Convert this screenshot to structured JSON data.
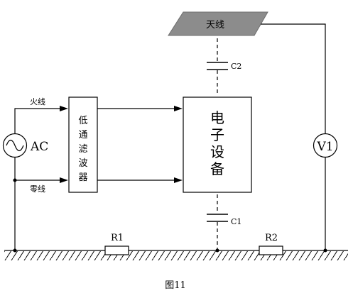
{
  "diagram": {
    "antenna_label": "天线",
    "c2_label": "C2",
    "c1_label": "C1",
    "r1_label": "R1",
    "r2_label": "R2",
    "fire_wire_label": "火线",
    "zero_wire_label": "零线",
    "source_label": "AC",
    "filter_chars": [
      "低",
      "通",
      "滤",
      "波",
      "器"
    ],
    "device_chars": [
      "电",
      "子",
      "设",
      "备"
    ],
    "meter_label": "V1",
    "caption": "图11"
  },
  "colors": {
    "line": "#000000",
    "antenna_fill": "#8c8c8c",
    "background": "#ffffff"
  }
}
